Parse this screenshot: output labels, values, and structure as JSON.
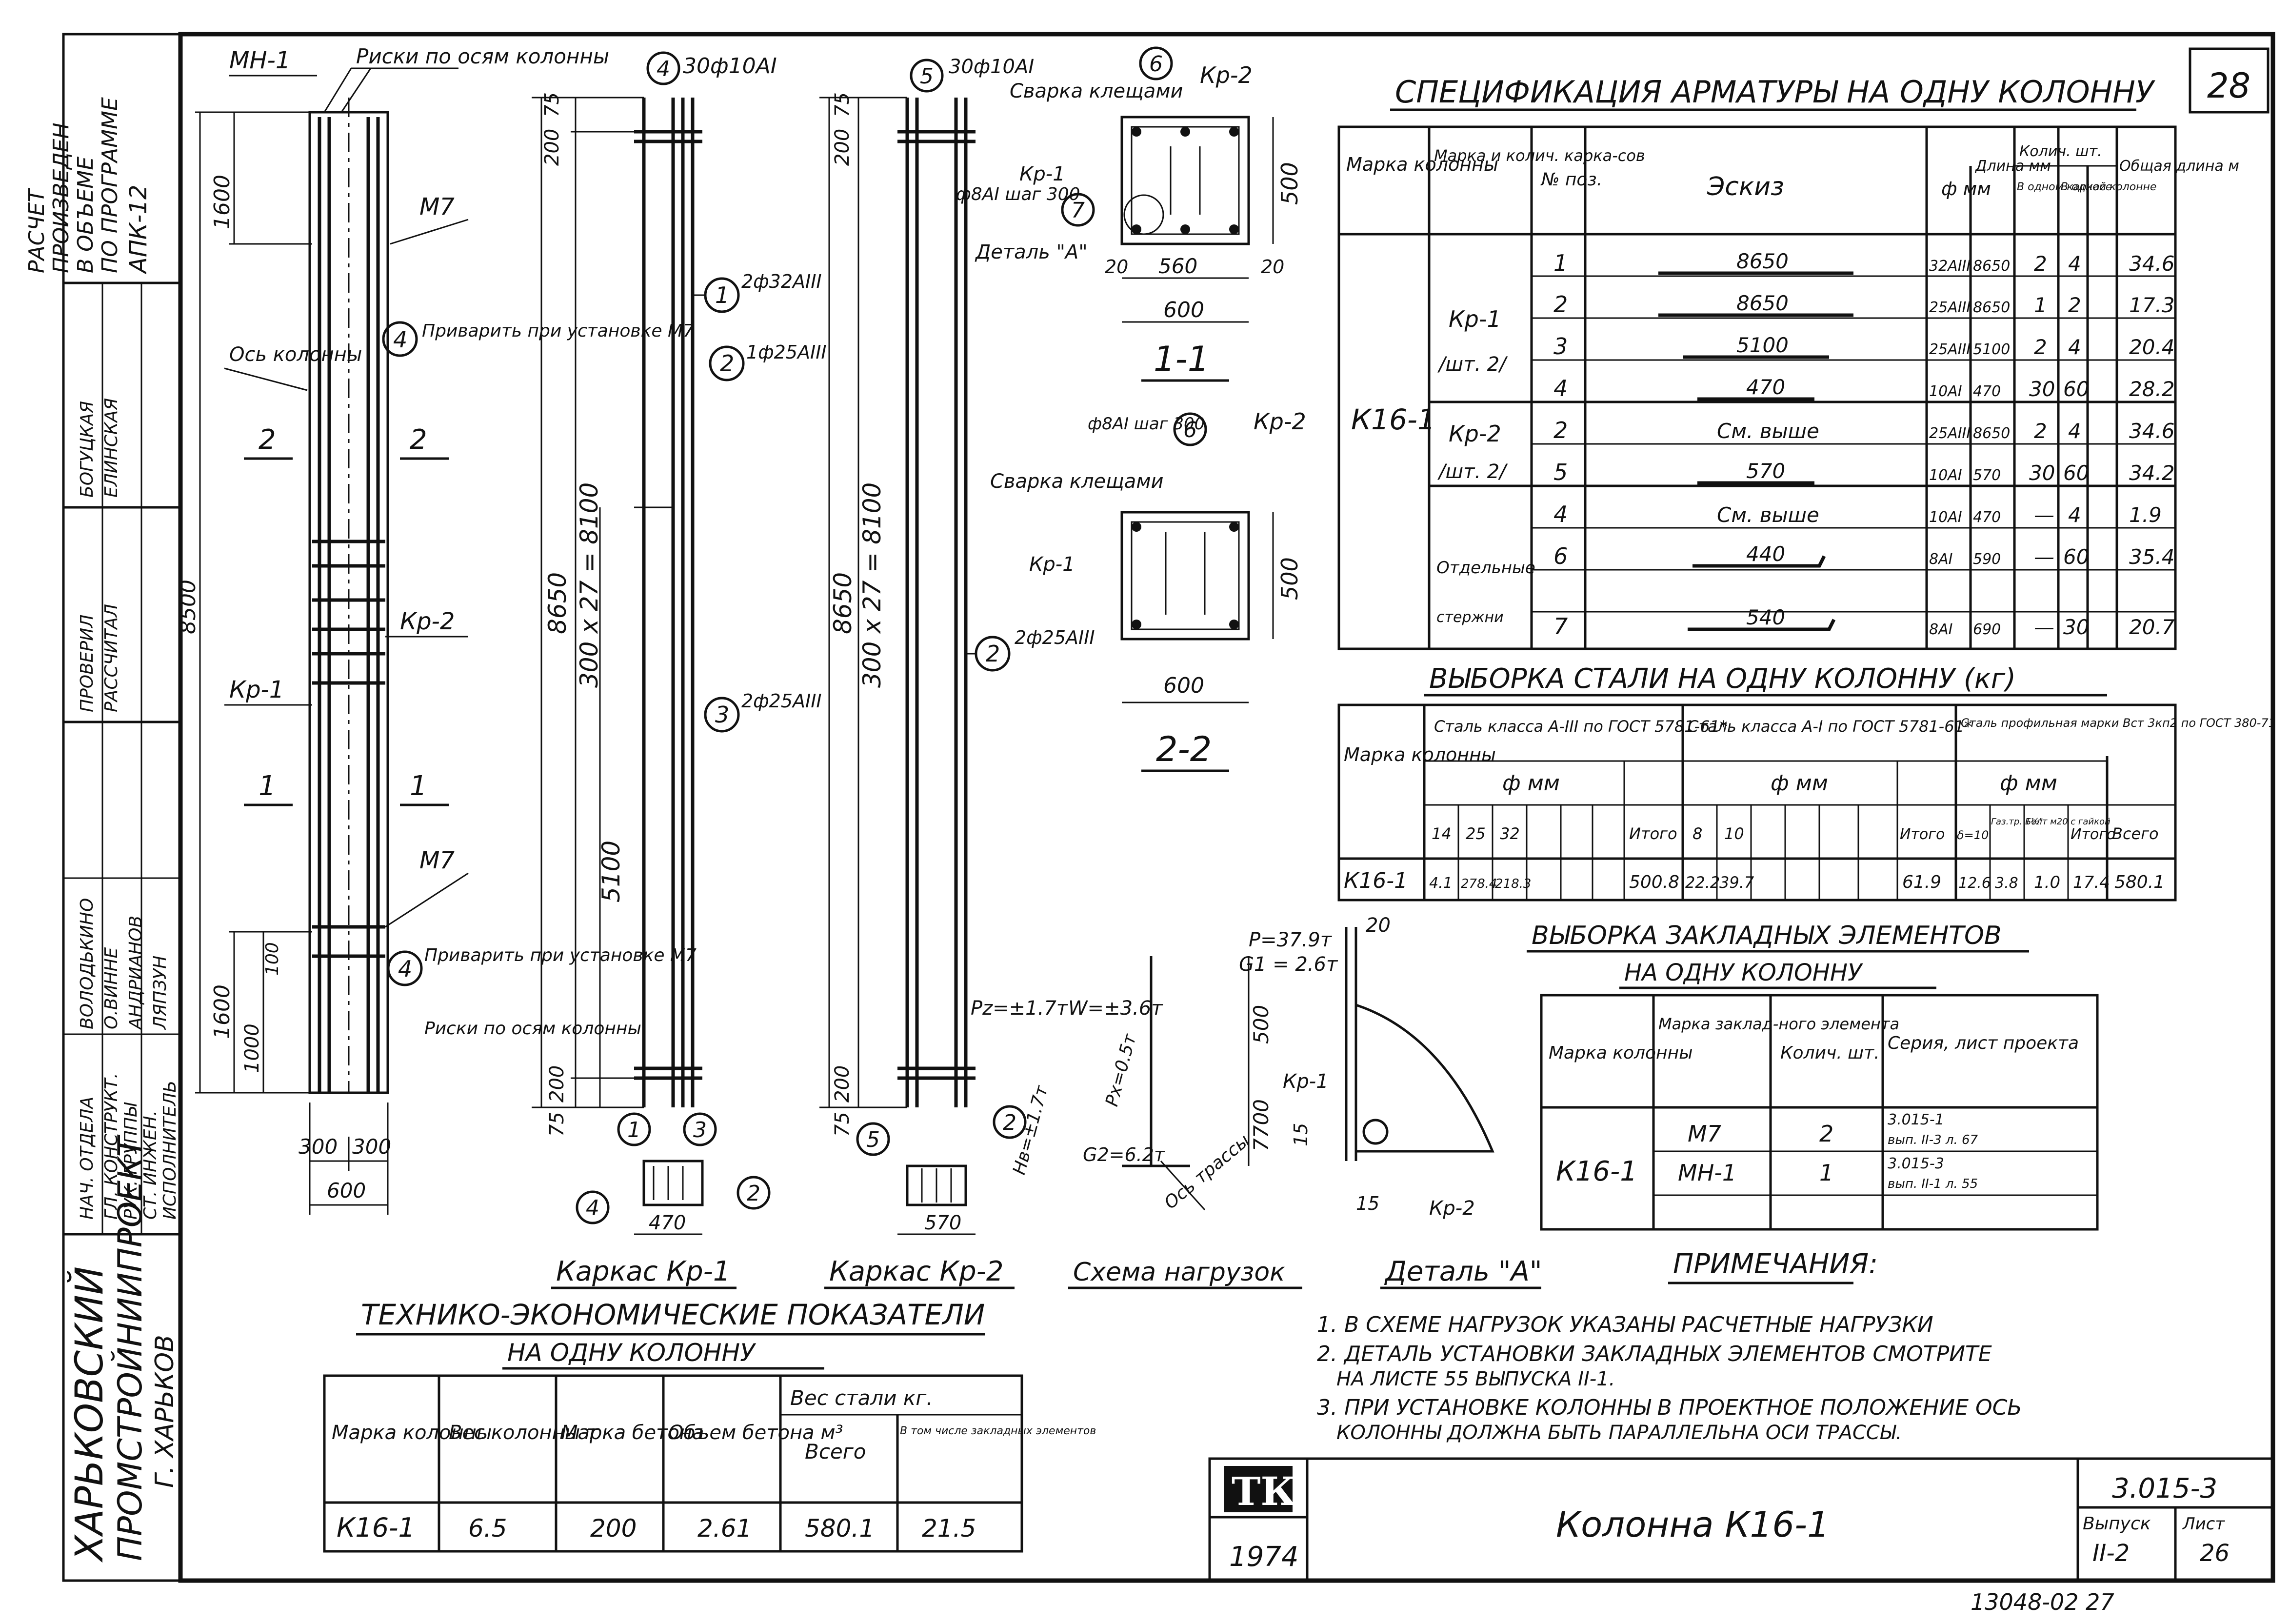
{
  "stamp": {
    "org": "ХАРЬКОВСКИЙ",
    "org2": "ПРОМСТРОЙНИИПРОЕКТ",
    "city": "Г. ХАРЬКОВ",
    "calc_note": [
      "РАСЧЕТ",
      "ПРОИЗВЕДЕН",
      "В ОБЪЕМЕ",
      "ПО ПРОГРАММЕ",
      "АПК-12"
    ],
    "roles": [
      "НАЧ. ОТДЕЛА",
      "ГЛ. КОНСТРУКТ.",
      "РУК. ГРУППЫ",
      "СТ. ИНЖЕН.",
      "ИСПОЛНИТЕЛЬ",
      "ПРОВЕРИЛ",
      "РАССЧИТАЛ"
    ],
    "names": [
      "ВОЛОДЬКИНО",
      "О.ВИННЕ",
      "АНДРИАНОВ",
      "ЛЯПЗУН",
      "БОГУЦКАЯ",
      "ЕЛИНСКАЯ"
    ]
  },
  "sheet": {
    "number": "28",
    "title": "Колонна К16-1",
    "code": "3.015-3",
    "issue_label": "Выпуск",
    "issue": "II-2",
    "list_label": "Лист",
    "list": "26",
    "logo": "ТК",
    "year": "1974",
    "footer": "13048-02   27"
  },
  "drawing": {
    "mn": "МН-1",
    "risks_top": "Риски по осям колонны",
    "m7": "М7",
    "weld_note": "Приварить при установке М7",
    "axis": "Ось колонны",
    "kp2": "Кр-2",
    "kp1": "Кр-1",
    "risks_bottom": "Риски по осям колонны",
    "sec1": "1",
    "sec2": "2",
    "dim_1600a": "1600",
    "dim_8500": "8500",
    "dim_1600b": "1600",
    "dim_1000": "1000",
    "dim_100": "100",
    "dim_300a": "300",
    "dim_300b": "300",
    "dim_600": "600",
    "cage1_title": "Каркас Кр-1",
    "cage2_title": "Каркас Кр-2",
    "c1_top": "30ф10АI",
    "c1_l1": "2ф32АIII",
    "c1_l2": "1ф25АIII",
    "c1_l3": "2ф25АIII",
    "c1_8650": "8650",
    "c1_pitch": "300 х 27 = 8100",
    "c1_5100": "5100",
    "c1_200a": "200",
    "c1_75a": "75",
    "c1_200b": "200",
    "c1_75b": "75",
    "c1_470": "470",
    "c2_top": "30ф10АI",
    "c2_l1": "2ф25АIII",
    "c2_8650": "8650",
    "c2_pitch": "300 х 27 = 8100",
    "c2_570": "570",
    "s11_title": "1-1",
    "s22_title": "2-2",
    "s_500a": "500",
    "s_500b": "500",
    "s_600a": "600",
    "s_600b": "600",
    "s_560": "560",
    "s_20a": "20",
    "s_20b": "20",
    "s_weld": "Сварка клещами",
    "s_f8": "ф8АI шаг 300",
    "s_detail": "Деталь \"А\"",
    "load_title": "Схема нагрузок",
    "load_p": "Р=37.9т",
    "load_g1": "G1 = 2.6т",
    "load_pz": "Рz=±1.7т",
    "load_w": "W=±3.6т",
    "load_px": "Рx=0.5т",
    "load_hb": "Нв=±1.7т",
    "load_g2": "G2=6.2т",
    "load_axis": "Ось трассы",
    "load_7700": "7700",
    "load_500": "500",
    "detail_title": "Деталь \"А\"",
    "detail_20": "20",
    "detail_15a": "15",
    "detail_15b": "15"
  },
  "spec": {
    "title": "СПЕЦИФИКАЦИЯ АРМАТУРЫ НА ОДНУ КОЛОННУ",
    "headers": [
      "Марка колонны",
      "Марка и колич. карка-сов",
      "№ поз.",
      "Эскиз",
      "ф мм",
      "Длина мм",
      "Колич. шт.",
      "Общая длина м"
    ],
    "sub_headers": [
      "В одном каркасе",
      "В одной колонне"
    ],
    "mark": "К16-1",
    "rows": [
      {
        "cage": "Кр-1",
        "pos": "1",
        "sketch": "8650",
        "dia": "32АIII",
        "len": "8650",
        "n1": "2",
        "n2": "4",
        "total": "34.6"
      },
      {
        "cage": "",
        "pos": "2",
        "sketch": "8650",
        "dia": "25АIII",
        "len": "8650",
        "n1": "1",
        "n2": "2",
        "total": "17.3"
      },
      {
        "cage": "/шт. 2/",
        "pos": "3",
        "sketch": "5100",
        "dia": "25АIII",
        "len": "5100",
        "n1": "2",
        "n2": "4",
        "total": "20.4"
      },
      {
        "cage": "",
        "pos": "4",
        "sketch": "470",
        "dia": "10АI",
        "len": "470",
        "n1": "30",
        "n2": "60",
        "total": "28.2"
      },
      {
        "cage": "Кр-2",
        "pos": "2",
        "sketch": "См. выше",
        "dia": "25АIII",
        "len": "8650",
        "n1": "2",
        "n2": "4",
        "total": "34.6"
      },
      {
        "cage": "/шт. 2/",
        "pos": "5",
        "sketch": "570",
        "dia": "10АI",
        "len": "570",
        "n1": "30",
        "n2": "60",
        "total": "34.2"
      },
      {
        "cage": "Отдельные",
        "pos": "4",
        "sketch": "См. выше",
        "dia": "10АI",
        "len": "470",
        "n1": "—",
        "n2": "4",
        "total": "1.9"
      },
      {
        "cage": "",
        "pos": "6",
        "sketch": "440",
        "dia": "8АI",
        "len": "590",
        "n1": "—",
        "n2": "60",
        "total": "35.4"
      },
      {
        "cage": "стержни",
        "pos": "7",
        "sketch": "540",
        "dia": "8АI",
        "len": "690",
        "n1": "—",
        "n2": "30",
        "total": "20.7"
      }
    ]
  },
  "steel": {
    "title": "ВЫБОРКА СТАЛИ НА ОДНУ КОЛОННУ (кг)",
    "h_mark": "Марка колонны",
    "h_a3": "Сталь класса А-III по ГОСТ 5781-61*",
    "h_a1": "Сталь класса А-I по ГОСТ 5781-61*",
    "h_prof": "Сталь профильная марки Вст 3кп2 по ГОСТ 380-71",
    "h_dia": "ф мм",
    "h_dia2": "ф мм",
    "h_dia3": "ф мм",
    "cols": [
      "14",
      "25",
      "32",
      "",
      "",
      "Итого",
      "8",
      "10",
      "",
      "",
      "",
      "Итого",
      "δ=10",
      "Газ.тр. 1½\"",
      "Болт м20 с гайкой",
      "Итого",
      "Всего"
    ],
    "row": [
      "К16-1",
      "4.1",
      "278.4",
      "218.3",
      "",
      "",
      "500.8",
      "22.2",
      "39.7",
      "",
      "",
      "",
      "61.9",
      "12.6",
      "3.8",
      "1.0",
      "17.4",
      "580.1"
    ]
  },
  "embedded": {
    "title": "ВЫБОРКА ЗАКЛАДНЫХ ЭЛЕМЕНТОВ",
    "subtitle": "НА ОДНУ КОЛОННУ",
    "headers": [
      "Марка колонны",
      "Марка заклад-ного элемента",
      "Колич. шт.",
      "Серия, лист проекта"
    ],
    "mark": "К16-1",
    "rows": [
      {
        "el": "М7",
        "n": "2",
        "ref1": "3.015-1",
        "ref2": "вып. II-3 л. 67"
      },
      {
        "el": "МН-1",
        "n": "1",
        "ref1": "3.015-3",
        "ref2": "вып. II-1 л. 55"
      }
    ]
  },
  "notes": {
    "title": "ПРИМЕЧАНИЯ:",
    "items": [
      "1. В СХЕМЕ НАГРУЗОК УКАЗАНЫ РАСЧЕТНЫЕ НАГРУЗКИ",
      "2. ДЕТАЛЬ УСТАНОВКИ ЗАКЛАДНЫХ ЭЛЕМЕНТОВ СМОТРИТЕ",
      "НА ЛИСТЕ 55 ВЫПУСКА II-1.",
      "3. ПРИ УСТАНОВКЕ КОЛОННЫ В ПРОЕКТНОЕ ПОЛОЖЕНИЕ ОСЬ",
      "КОЛОННЫ ДОЛЖНА БЫТЬ ПАРАЛЛЕЛЬНА ОСИ ТРАССЫ."
    ]
  },
  "tep": {
    "title": "ТЕХНИКО-ЭКОНОМИЧЕСКИЕ ПОКАЗАТЕЛИ",
    "subtitle": "НА ОДНУ КОЛОННУ",
    "headers": [
      "Марка колонны",
      "Вес колонны т",
      "Марка бетона",
      "Объем бетона м³",
      "Вес стали кг."
    ],
    "sub_headers": [
      "Всего",
      "В том числе закладных элементов"
    ],
    "row": [
      "К16-1",
      "6.5",
      "200",
      "2.61",
      "580.1",
      "21.5"
    ]
  }
}
